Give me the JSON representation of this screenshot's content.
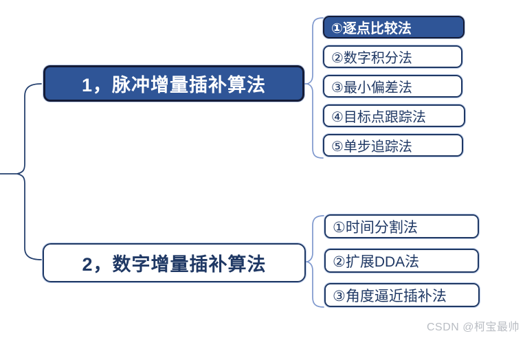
{
  "colors": {
    "node_fill_blue": "#2F5597",
    "node_border_dark": "#141B36",
    "outline_border_navy": "#1F3864",
    "text_light": "#FFFFFF",
    "text_dark": "#1F3864",
    "root_connector": "#24406E",
    "child_connector": "#7D97CD",
    "watermark_gray": "#B9BDC3"
  },
  "branches": [
    {
      "label": "1，脉冲增量插补算法",
      "style": "filled",
      "children": [
        {
          "label": "①逐点比较法",
          "highlighted": true
        },
        {
          "label": "②数字积分法",
          "highlighted": false
        },
        {
          "label": "③最小偏差法",
          "highlighted": false
        },
        {
          "label": "④目标点跟踪法",
          "highlighted": false
        },
        {
          "label": "⑤单步追踪法",
          "highlighted": false
        }
      ]
    },
    {
      "label": "2，数字增量插补算法",
      "style": "outlined",
      "children": [
        {
          "label": "①时间分割法",
          "highlighted": false
        },
        {
          "label": "②扩展DDA法",
          "highlighted": false
        },
        {
          "label": "③角度逼近插补法",
          "highlighted": false
        }
      ]
    }
  ],
  "watermark": "CSDN @柯宝最帅"
}
